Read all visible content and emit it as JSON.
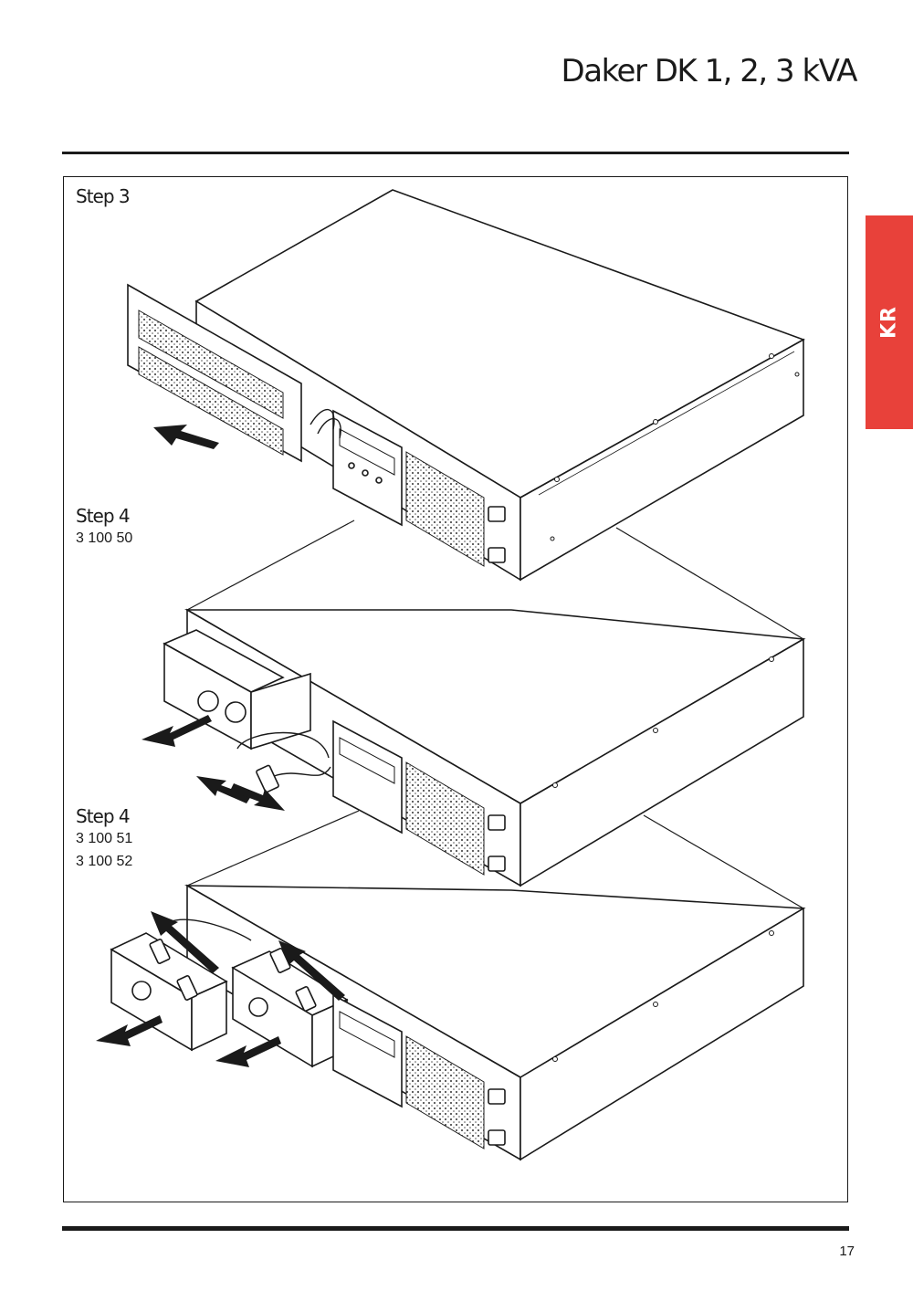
{
  "header": {
    "title": "Daker DK 1, 2, 3 kVA",
    "lang_tab": "KR",
    "lang_tab_color": "#e8413a"
  },
  "steps": [
    {
      "label": "Step 3",
      "refs": []
    },
    {
      "label": "Step 4",
      "refs": [
        "3 100 50"
      ]
    },
    {
      "label": "Step 4",
      "refs": [
        "3 100 51",
        "3 100 52"
      ]
    }
  ],
  "footer": {
    "page_number": "17"
  }
}
